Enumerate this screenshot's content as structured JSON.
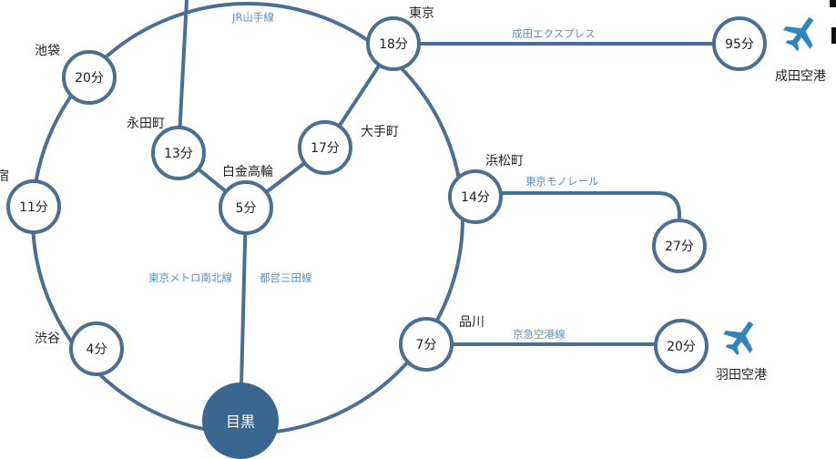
{
  "hub": {
    "name": "目黒"
  },
  "nodes": {
    "ikebukuro": {
      "time": "20分",
      "station": "池袋"
    },
    "tokyo": {
      "time": "18分",
      "station": "東京"
    },
    "narita_airport": {
      "time": "95分",
      "station": "成田空港"
    },
    "nagatacho": {
      "time": "13分",
      "station": "永田町"
    },
    "otemachi": {
      "time": "17分",
      "station": "大手町"
    },
    "shirokanetakanawa": {
      "time": "5分",
      "station": "白金高輪"
    },
    "shinjuku": {
      "time": "11分",
      "station": "宿"
    },
    "hamamatsucho": {
      "time": "14分",
      "station": "浜松町"
    },
    "monorail_end": {
      "time": "27分"
    },
    "shibuya": {
      "time": "4分",
      "station": "渋谷"
    },
    "shinagawa": {
      "time": "7分",
      "station": "品川"
    },
    "haneda_airport": {
      "time": "20分",
      "station": "羽田空港"
    }
  },
  "lines": {
    "yamanote": "JR山手線",
    "narita_express": "成田エクスプレス",
    "monorail": "東京モノレール",
    "namboku": "東京メトロ南北線",
    "mita": "都営三田線",
    "keikyu": "京急空港線"
  },
  "icons": {
    "airplane": "airplane-icon"
  },
  "colors": {
    "line": "#4a6f93",
    "hub": "#3a6790",
    "label": "#5b8fc2",
    "plane": "#2f86bf"
  }
}
